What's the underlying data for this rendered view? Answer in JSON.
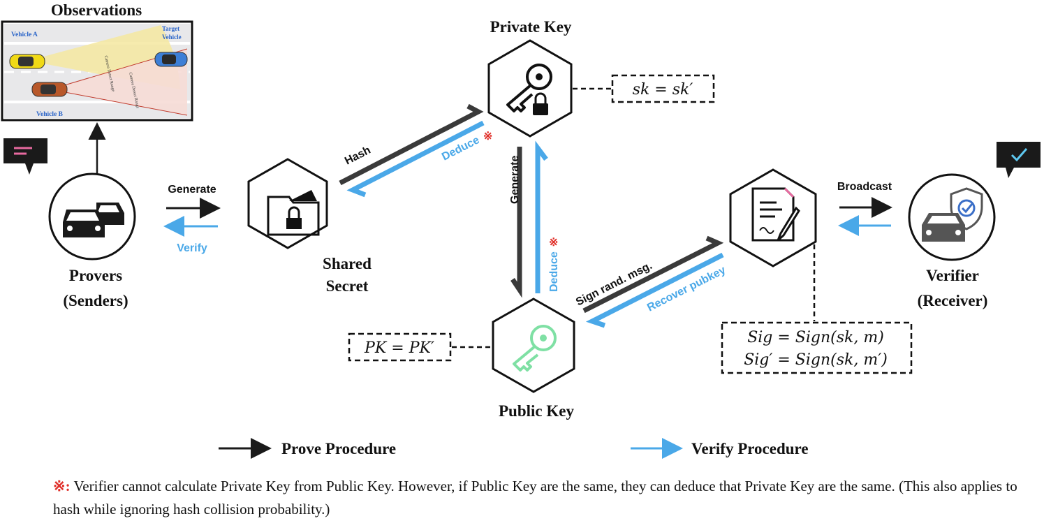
{
  "observations": {
    "title": "Observations",
    "vehicle_a": "Vehicle A",
    "vehicle_b": "Vehicle B",
    "target_vehicle": "Target Vehicle",
    "camera_label": "Camera Detect Range"
  },
  "nodes": {
    "provers": [
      "Provers",
      "(Senders)"
    ],
    "shared_secret": [
      "Shared",
      "Secret"
    ],
    "private_key": "Private Key",
    "public_key": "Public Key",
    "verifier": [
      "Verifier",
      "(Receiver)"
    ]
  },
  "arrows": {
    "generate_left": "Generate",
    "verify_left": "Verify",
    "hash": "Hash",
    "deduce_hash": "Deduce",
    "generate_mid": "Generate",
    "deduce_mid": "Deduce",
    "sign": "Sign rand. msg.",
    "recover": "Recover pubkey",
    "broadcast": "Broadcast",
    "asterisk": "※"
  },
  "formulas": {
    "sk": "sk = sk′",
    "pk": "PK = PK′",
    "sig1": "Sig = Sign(sk, m)",
    "sig2": "Sig′ = Sign(sk, m′)"
  },
  "legend": {
    "prove": "Prove Procedure",
    "verify": "Verify Procedure"
  },
  "footnote": {
    "mark": "※:",
    "text": "Verifier cannot calculate Private Key from Public Key. However, if Public Key are the same, they can deduce that Private Key are the same. (This also applies to hash while ignoring hash collision probability.)"
  },
  "colors": {
    "black": "#1a1a1a",
    "dark_gray": "#3a3a3a",
    "blue": "#4aa8e8",
    "red": "#e0302a",
    "green_key": "#7fe0a4",
    "pink": "#e86aa0"
  },
  "icons": [
    "chat-bubble-icon",
    "check-bubble-icon",
    "cars-icon",
    "folder-lock-icon",
    "key-lock-icon",
    "key-icon",
    "document-sign-icon",
    "car-shield-icon"
  ]
}
